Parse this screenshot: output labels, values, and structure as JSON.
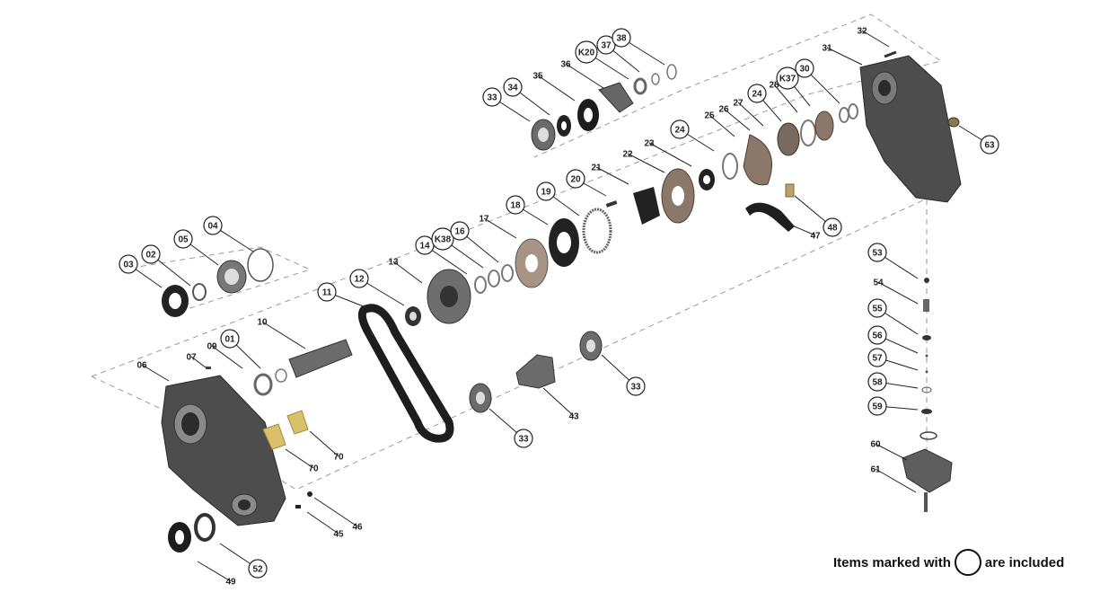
{
  "legend": {
    "prefix": "Items marked with",
    "suffix": "are included"
  },
  "callouts": [
    {
      "id": "c01",
      "text": "01",
      "circled": true
    },
    {
      "id": "c02",
      "text": "02",
      "circled": true
    },
    {
      "id": "c03",
      "text": "03",
      "circled": true
    },
    {
      "id": "c04",
      "text": "04",
      "circled": true
    },
    {
      "id": "c05",
      "text": "05",
      "circled": true
    },
    {
      "id": "c06",
      "text": "06",
      "circled": false
    },
    {
      "id": "c07",
      "text": "07",
      "circled": false
    },
    {
      "id": "c09",
      "text": "09",
      "circled": false
    },
    {
      "id": "c10",
      "text": "10",
      "circled": false
    },
    {
      "id": "c11",
      "text": "11",
      "circled": true
    },
    {
      "id": "c12",
      "text": "12",
      "circled": true
    },
    {
      "id": "c13",
      "text": "13",
      "circled": false
    },
    {
      "id": "c14",
      "text": "14",
      "circled": true
    },
    {
      "id": "cK38",
      "text": "K38",
      "circled": true
    },
    {
      "id": "c16",
      "text": "16",
      "circled": true
    },
    {
      "id": "c17",
      "text": "17",
      "circled": false
    },
    {
      "id": "c18",
      "text": "18",
      "circled": true
    },
    {
      "id": "c19",
      "text": "19",
      "circled": true
    },
    {
      "id": "c20",
      "text": "20",
      "circled": true
    },
    {
      "id": "c21",
      "text": "21",
      "circled": false
    },
    {
      "id": "c22",
      "text": "22",
      "circled": false
    },
    {
      "id": "c23",
      "text": "23",
      "circled": false
    },
    {
      "id": "c24a",
      "text": "24",
      "circled": true
    },
    {
      "id": "c24b",
      "text": "24",
      "circled": true
    },
    {
      "id": "c25",
      "text": "25",
      "circled": false
    },
    {
      "id": "c26",
      "text": "26",
      "circled": false
    },
    {
      "id": "c27",
      "text": "27",
      "circled": false
    },
    {
      "id": "c28",
      "text": "28",
      "circled": false
    },
    {
      "id": "cK37",
      "text": "K37",
      "circled": true
    },
    {
      "id": "c30",
      "text": "30",
      "circled": true
    },
    {
      "id": "c31",
      "text": "31",
      "circled": false
    },
    {
      "id": "c32",
      "text": "32",
      "circled": false
    },
    {
      "id": "c33a",
      "text": "33",
      "circled": true
    },
    {
      "id": "c34",
      "text": "34",
      "circled": true
    },
    {
      "id": "c35",
      "text": "35",
      "circled": false
    },
    {
      "id": "c36",
      "text": "36",
      "circled": false
    },
    {
      "id": "cK20",
      "text": "K20",
      "circled": true
    },
    {
      "id": "c37",
      "text": "37",
      "circled": true
    },
    {
      "id": "c38",
      "text": "38",
      "circled": true
    },
    {
      "id": "c33b",
      "text": "33",
      "circled": true
    },
    {
      "id": "c33c",
      "text": "33",
      "circled": true
    },
    {
      "id": "c43",
      "text": "43",
      "circled": false
    },
    {
      "id": "c45",
      "text": "45",
      "circled": false
    },
    {
      "id": "c46",
      "text": "46",
      "circled": false
    },
    {
      "id": "c47",
      "text": "47",
      "circled": false
    },
    {
      "id": "c48",
      "text": "48",
      "circled": true
    },
    {
      "id": "c49",
      "text": "49",
      "circled": false
    },
    {
      "id": "c52",
      "text": "52",
      "circled": true
    },
    {
      "id": "c53",
      "text": "53",
      "circled": true
    },
    {
      "id": "c54",
      "text": "54",
      "circled": false
    },
    {
      "id": "c55",
      "text": "55",
      "circled": true
    },
    {
      "id": "c56",
      "text": "56",
      "circled": true
    },
    {
      "id": "c57",
      "text": "57",
      "circled": true
    },
    {
      "id": "c58",
      "text": "58",
      "circled": true
    },
    {
      "id": "c59",
      "text": "59",
      "circled": true
    },
    {
      "id": "c60",
      "text": "60",
      "circled": false
    },
    {
      "id": "c61",
      "text": "61",
      "circled": false
    },
    {
      "id": "c63",
      "text": "63",
      "circled": true
    },
    {
      "id": "c70a",
      "text": "70",
      "circled": false
    },
    {
      "id": "c70b",
      "text": "70",
      "circled": false
    }
  ]
}
